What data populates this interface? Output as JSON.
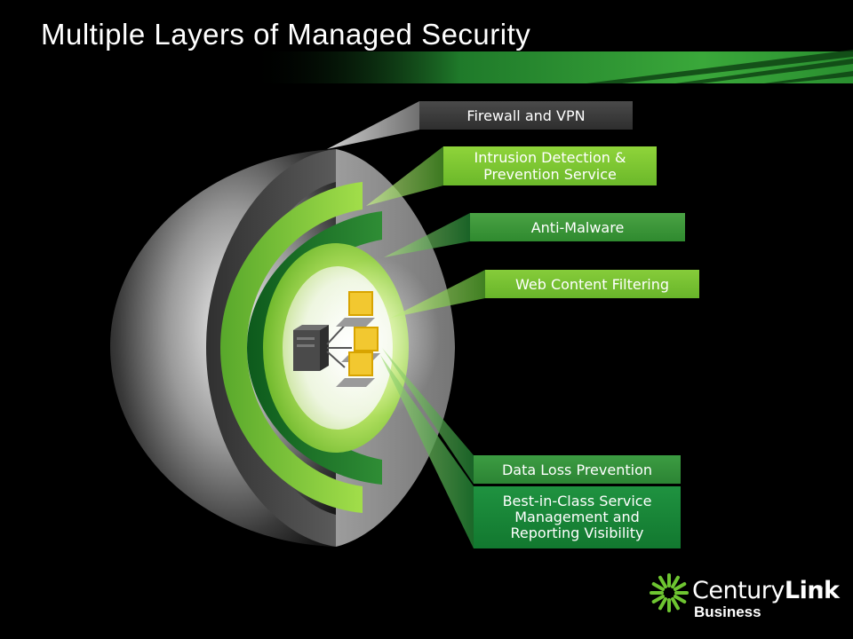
{
  "slide": {
    "title": "Multiple Layers of Managed Security"
  },
  "layers": [
    {
      "label": "Firewall and VPN",
      "color": "#3d3d3d"
    },
    {
      "label": "Intrusion Detection & Prevention Service",
      "color": "#7fc633"
    },
    {
      "label": "Anti-Malware",
      "color": "#3d9a3b"
    },
    {
      "label": "Web Content Filtering",
      "color": "#78c234"
    },
    {
      "label": "Data Loss Prevention",
      "color": "#33923b"
    },
    {
      "label": "Best-in-Class Service Management and Reporting Visibility",
      "color": "#188536"
    }
  ],
  "center_icons": [
    "server-icon",
    "laptop-icon",
    "laptop-icon",
    "laptop-icon"
  ],
  "brand": {
    "name_light": "Century",
    "name_bold": "Link",
    "registered": "®",
    "sub": "Business",
    "accent": "#6ec531"
  }
}
